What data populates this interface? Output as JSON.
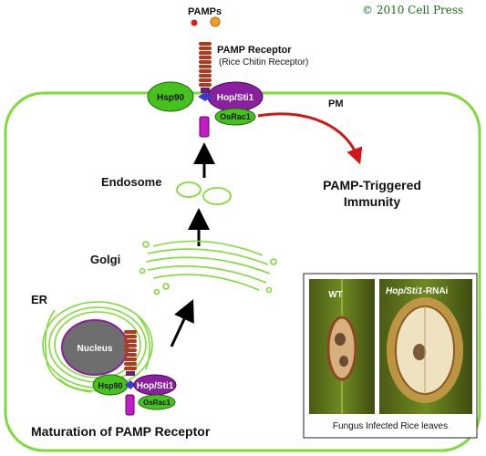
{
  "copyright": "© 2010 Cell Press",
  "pamps": "PAMPs",
  "receptor": {
    "title": "PAMP Receptor",
    "subtitle": "(Rice Chitin Receptor)"
  },
  "pm_label": "PM",
  "proteins": {
    "hsp90": "Hsp90",
    "hop": "Hop/Sti1",
    "osrac1": "OsRac1"
  },
  "immunity": {
    "line1": "PAMP-Triggered",
    "line2": "Immunity"
  },
  "organelles": {
    "endosome": "Endosome",
    "golgi": "Golgi",
    "er": "ER",
    "nucleus": "Nucleus"
  },
  "maturation_title": "Maturation of PAMP Receptor",
  "photo_panel": {
    "wt_label": "WT",
    "rnai_italic": "Hop/Sti1",
    "rnai_suffix": "-RNAi",
    "caption": "Fungus Infected Rice leaves"
  },
  "colors": {
    "membrane": "#7fdb3a",
    "hsp90": "#46c21c",
    "hop": "#8a1fa0",
    "receptor": "#b03a1e",
    "tail": "#c51ac8",
    "arrow_red": "#d01818"
  }
}
